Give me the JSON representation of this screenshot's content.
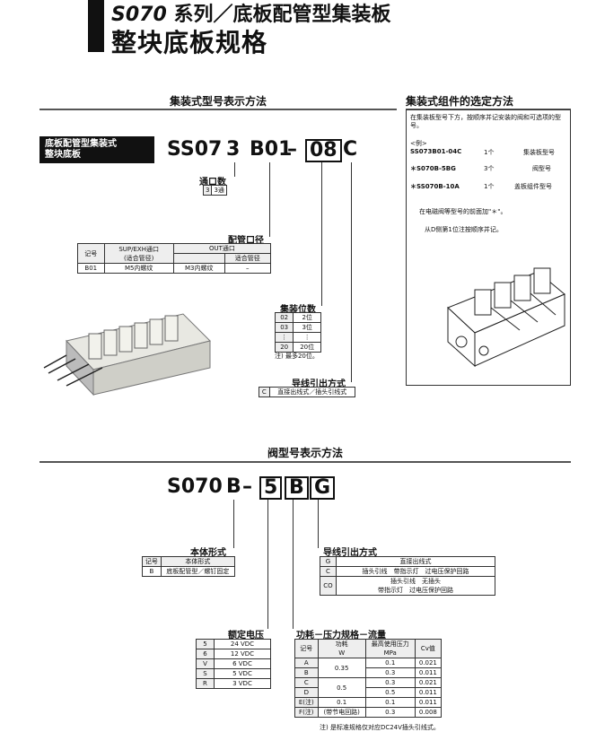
{
  "header": {
    "series": "S070",
    "series_suffix": "系列／底板配管型集装板",
    "subtitle": "整块底板规格"
  },
  "manifold": {
    "section_title": "集装式型号表示方法",
    "black_label_line1": "底板配管型集装式",
    "black_label_line2": "整块底板",
    "code": [
      "SS07",
      "3",
      "B01",
      "–",
      "08",
      "C"
    ],
    "station_count": {
      "label": "通口数",
      "code": "3",
      "desc": "3通"
    },
    "port_size": {
      "label": "配管口径",
      "headers": [
        "记号",
        "SUP/EXH通口",
        "OUT通口"
      ],
      "subheaders": [
        "(适合管径)",
        "适合管径"
      ],
      "rows": [
        [
          "B01",
          "M5内螺纹",
          "M3内螺纹",
          "–"
        ]
      ]
    },
    "stations": {
      "label": "集装位数",
      "rows": [
        [
          "02",
          "2位"
        ],
        [
          "03",
          "3位"
        ],
        [
          "⋮",
          "⋮"
        ],
        [
          "20",
          "20位"
        ]
      ],
      "note": "注) 最多20位。"
    },
    "wiring": {
      "label": "导线引出方式",
      "rows": [
        [
          "C",
          "直接出线式／插头引线式"
        ]
      ]
    }
  },
  "selection": {
    "section_title": "集装式组件的选定方法",
    "intro": "在集装板型号下方，按顺序并记安装的阀和可选项的型号。",
    "example": "<例>",
    "rows": [
      {
        "code": "SS073B01-04C",
        "qty": "1个",
        "name": "集装板型号"
      },
      {
        "code": "＊S070B-5BG",
        "qty": "3个",
        "name": "阀型号"
      },
      {
        "code": "＊SS070B-10A",
        "qty": "1个",
        "name": "盖板组件型号"
      }
    ],
    "note1": "在电磁阀等型号的前面加\"＊\"。",
    "note2": "从D侧第1位注按顺序并记。"
  },
  "valve": {
    "section_title": "阀型号表示方法",
    "code": [
      "S070",
      "B",
      "–",
      "5",
      "B",
      "G"
    ],
    "body": {
      "label": "本体形式",
      "headers": [
        "记号",
        "本体形式"
      ],
      "rows": [
        [
          "B",
          "底板配管型／螺钉固定"
        ]
      ]
    },
    "voltage": {
      "label": "额定电压",
      "rows": [
        [
          "5",
          "24 VDC"
        ],
        [
          "6",
          "12 VDC"
        ],
        [
          "V",
          "6 VDC"
        ],
        [
          "S",
          "5 VDC"
        ],
        [
          "R",
          "3 VDC"
        ]
      ]
    },
    "lead": {
      "label": "导线引出方式",
      "rows": [
        [
          "G",
          "直接出线式"
        ],
        [
          "C",
          "插头引线　带指示灯　过电压保护回路"
        ],
        [
          "CO",
          "插头引线　无插头\n带指示灯　过电压保护回路"
        ]
      ]
    },
    "power": {
      "label": "功耗－压力规格－流量",
      "headers": [
        "记号",
        "功耗\nW",
        "最高使用压力\nMPa",
        "Cv值"
      ],
      "rows": [
        [
          "A",
          "0.35",
          "0.1",
          "0.021"
        ],
        [
          "B",
          "",
          "0.3",
          "0.011"
        ],
        [
          "C",
          "0.5",
          "0.3",
          "0.021"
        ],
        [
          "D",
          "",
          "0.5",
          "0.011"
        ],
        [
          "E(注)",
          "0.1",
          "0.1",
          "0.011"
        ],
        [
          "F(注)",
          "(带节电回路)",
          "0.3",
          "0.008"
        ]
      ],
      "note": "注) 是标准规格仅对应DC24V插头引线式。"
    }
  }
}
